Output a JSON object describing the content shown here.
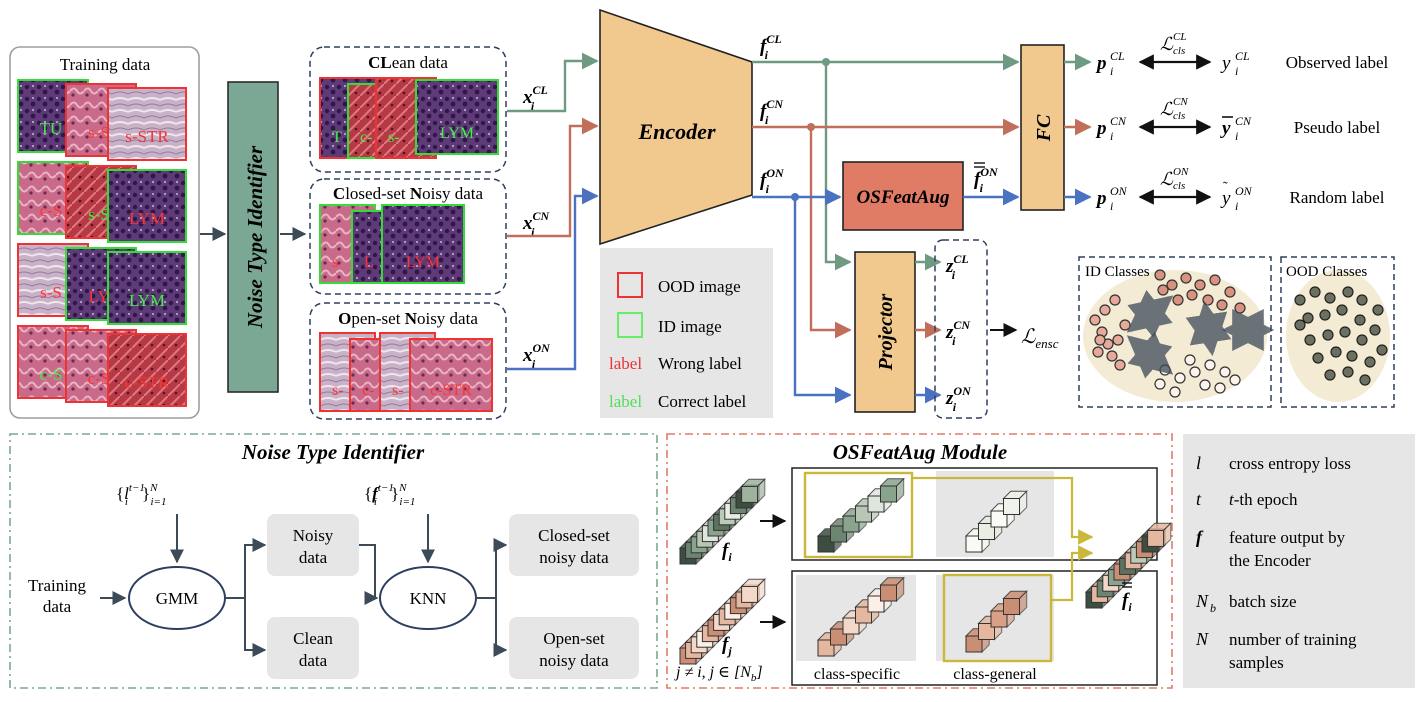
{
  "training_panel": {
    "title": "Training data",
    "tiles": [
      {
        "label": "TU",
        "border": "#33dd33",
        "label_color": "#44ee44"
      },
      {
        "label": "s-S",
        "border": "#ee3333",
        "label_color": "#ff3333"
      },
      {
        "label": "s-STR",
        "border": "#ee3333",
        "label_color": "#ee3333"
      },
      {
        "label": "c-S",
        "border": "#33dd33",
        "label_color": "#ff3333"
      },
      {
        "label": "s-S",
        "border": "#ee3333",
        "label_color": "#44ee44"
      },
      {
        "label": "LYM",
        "border": "#33dd33",
        "label_color": "#ff3333"
      },
      {
        "label": "s-S",
        "border": "#ee3333",
        "label_color": "#ff3333"
      },
      {
        "label": "LY",
        "border": "#33dd33",
        "label_color": "#ff3333"
      },
      {
        "label": "LYM",
        "border": "#33dd33",
        "label_color": "#44ee44"
      },
      {
        "label": "c-S",
        "border": "#ee3333",
        "label_color": "#44ee44"
      },
      {
        "label": "c-S",
        "border": "#ee3333",
        "label_color": "#ff3333"
      },
      {
        "label": "c-STR",
        "border": "#ee3333",
        "label_color": "#ff3333"
      }
    ]
  },
  "noise_identifier_bar": {
    "label": "Noise Type Identifier",
    "color": "#7aa894"
  },
  "groups": [
    {
      "title_initial": "CL",
      "title_rest": "ean data",
      "input": "x",
      "sup": "CL",
      "tiles": [
        {
          "label": "T",
          "label_color": "#44ee44"
        },
        {
          "label": "c-",
          "label_color": "#44ee44"
        },
        {
          "label": "s-",
          "label_color": "#44ee44"
        },
        {
          "label": "LYM",
          "label_color": "#44ee44"
        }
      ]
    },
    {
      "title_initial": "C",
      "title_rest": "losed-set ",
      "title_initial2": "N",
      "title_rest2": "oisy data",
      "input": "x",
      "sup": "CN",
      "tiles": [
        {
          "label": "s",
          "label_color": "#ff3333"
        },
        {
          "label": "L",
          "label_color": "#ff3333"
        },
        {
          "label": "LYM",
          "label_color": "#ff3333"
        }
      ]
    },
    {
      "title_initial": "O",
      "title_rest": "pen-set ",
      "title_initial2": "N",
      "title_rest2": "oisy data",
      "input": "x",
      "sup": "ON",
      "tiles": [
        {
          "label": "s-",
          "label_color": "#ff3333"
        },
        {
          "label": "c-",
          "label_color": "#ff3333"
        },
        {
          "label": "s-",
          "label_color": "#ff3333"
        },
        {
          "label": "c-STR",
          "label_color": "#ff3333"
        }
      ]
    }
  ],
  "legend": {
    "ood": "OOD image",
    "id": "ID image",
    "label_word": "label",
    "wrong": "Wrong label",
    "correct": "Correct label"
  },
  "encoder": {
    "label": "Encoder",
    "color": "#f1c98f"
  },
  "features": [
    {
      "name": "f",
      "sup": "CL"
    },
    {
      "name": "f",
      "sup": "CN"
    },
    {
      "name": "f",
      "sup": "ON"
    }
  ],
  "osfeataug_block": {
    "label": "OSFeatAug",
    "color": "#e07c66",
    "output_sup": "ON"
  },
  "fc": {
    "label": "FC",
    "color": "#f1c98f"
  },
  "projector": {
    "label": "Projector",
    "color": "#f1c98f"
  },
  "outputs": [
    {
      "p_sup": "CL",
      "loss_sup": "CL",
      "loss_sub": "cls",
      "y_mark": "",
      "y_sup": "CL",
      "desc": "Observed label"
    },
    {
      "p_sup": "CN",
      "loss_sup": "CN",
      "loss_sub": "cls",
      "y_mark": "bar",
      "y_sup": "CN",
      "desc": "Pseudo label"
    },
    {
      "p_sup": "ON",
      "loss_sup": "ON",
      "loss_sub": "cls",
      "y_mark": "tilde",
      "y_sup": "ON",
      "desc": "Random label"
    }
  ],
  "z_outputs": [
    {
      "sup": "CL"
    },
    {
      "sup": "CN"
    },
    {
      "sup": "ON"
    }
  ],
  "ensc_loss": {
    "symbol": "ℒ",
    "sub": "ensc"
  },
  "classes": {
    "id_title": "ID Classes",
    "ood_title": "OOD Classes"
  },
  "colors": {
    "green_line": "#6e9a82",
    "red_line": "#c0705a",
    "blue_line": "#4a72c0",
    "gray_panel": "#e6e6e6",
    "yellow_box": "#c9b83a"
  },
  "nti_panel": {
    "title": "Noise Type Identifier",
    "loss_set": {
      "l": "l",
      "sup": "t−1",
      "sub": "i",
      "range_sup": "N",
      "range_sub": "i=1"
    },
    "feat_set": {
      "f": "f",
      "sup": "t−1",
      "sub": "i",
      "range_sup": "N",
      "range_sub": "i=1"
    },
    "input_lines": [
      "Training",
      "data"
    ],
    "gmm": "GMM",
    "knn": "KNN",
    "noisy": [
      "Noisy",
      "data"
    ],
    "clean": [
      "Clean",
      "data"
    ],
    "closed": [
      "Closed-set",
      "noisy data"
    ],
    "open": [
      "Open-set",
      "noisy data"
    ]
  },
  "osfa_panel": {
    "title": "OSFeatAug Module",
    "fi_label": "f",
    "fi_sub": "i",
    "fj_label": "f",
    "fj_sub": "j",
    "condition": "j ≠ i, j ∈ [N",
    "condition_sub": "b",
    "condition_end": "]",
    "class_specific": "class-specific",
    "class_general": "class-general",
    "out_label": "f",
    "out_sub": "i"
  },
  "notation": [
    {
      "sym": "l",
      "sub": "",
      "lines": [
        "cross entropy loss"
      ]
    },
    {
      "sym": "t",
      "sub": "",
      "lines": [
        "t-th epoch"
      ]
    },
    {
      "sym": "f",
      "sub": "",
      "lines": [
        "feature output by",
        "the Encoder"
      ]
    },
    {
      "sym": "N",
      "sub": "b",
      "lines": [
        "batch size"
      ]
    },
    {
      "sym": "N",
      "sub": "",
      "lines": [
        "number of training",
        "samples"
      ]
    }
  ]
}
